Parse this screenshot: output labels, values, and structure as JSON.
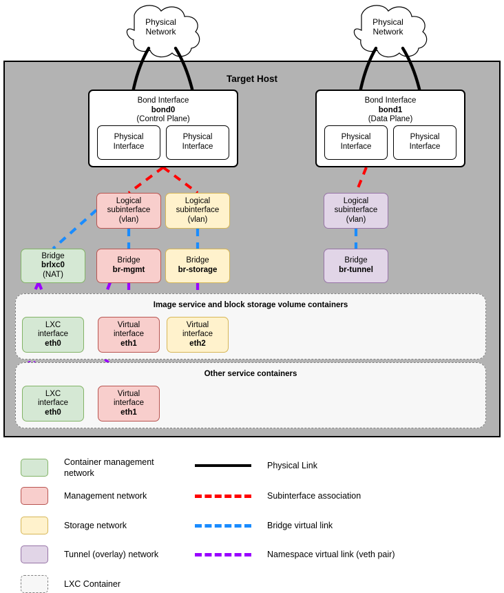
{
  "title": "Target Host",
  "colors": {
    "host_fill": "#b3b3b3",
    "container_mgmt_network": "#d5e8d4",
    "management_network": "#f8cecc",
    "storage_network": "#fff2cc",
    "tunnel_network": "#e1d5e7",
    "physical_link": "#000000",
    "subinterface_association": "#ff0000",
    "bridge_virtual_link": "#1a8cff",
    "namespace_virtual_link": "#9900ff"
  },
  "clouds": [
    {
      "name": "cloud-left",
      "label": "Physical\nNetwork",
      "line1": "Physical",
      "line2": "Network"
    },
    {
      "name": "cloud-right",
      "label": "Physical\nNetwork",
      "line1": "Physical",
      "line2": "Network"
    }
  ],
  "bonds": [
    {
      "name": "bond0",
      "line1": "Bond Interface",
      "line2": "bond0",
      "line3": "(Control Plane)",
      "nics": [
        {
          "line1": "Physical",
          "line2": "Interface"
        },
        {
          "line1": "Physical",
          "line2": "Interface"
        }
      ]
    },
    {
      "name": "bond1",
      "line1": "Bond Interface",
      "line2": "bond1",
      "line3": "(Data Plane)",
      "nics": [
        {
          "line1": "Physical",
          "line2": "Interface"
        },
        {
          "line1": "Physical",
          "line2": "Interface"
        }
      ]
    }
  ],
  "subinterfaces": [
    {
      "name": "subif-mgmt",
      "line1": "Logical",
      "line2": "subinterface",
      "line3": "(vlan)",
      "network": "management"
    },
    {
      "name": "subif-storage",
      "line1": "Logical",
      "line2": "subinterface",
      "line3": "(vlan)",
      "network": "storage"
    },
    {
      "name": "subif-tunnel",
      "line1": "Logical",
      "line2": "subinterface",
      "line3": "(vlan)",
      "network": "tunnel"
    }
  ],
  "bridges": [
    {
      "name": "brlxc0",
      "line1": "Bridge",
      "line2": "brlxc0",
      "line3": "(NAT)",
      "network": "container-management"
    },
    {
      "name": "br-mgmt",
      "line1": "Bridge",
      "line2": "br-mgmt",
      "line3": "",
      "network": "management"
    },
    {
      "name": "br-storage",
      "line1": "Bridge",
      "line2": "br-storage",
      "line3": "",
      "network": "storage"
    },
    {
      "name": "br-tunnel",
      "line1": "Bridge",
      "line2": "br-tunnel",
      "line3": "",
      "network": "tunnel"
    }
  ],
  "container_groups": [
    {
      "name": "image-block-storage-containers",
      "title": "Image service and block storage volume containers",
      "interfaces": [
        {
          "line1": "LXC",
          "line2": "interface",
          "line3": "eth0",
          "network": "container-management"
        },
        {
          "line1": "Virtual",
          "line2": "interface",
          "line3": "eth1",
          "network": "management"
        },
        {
          "line1": "Virtual",
          "line2": "interface",
          "line3": "eth2",
          "network": "storage"
        }
      ]
    },
    {
      "name": "other-service-containers",
      "title": "Other service containers",
      "interfaces": [
        {
          "line1": "LXC",
          "line2": "interface",
          "line3": "eth0",
          "network": "container-management"
        },
        {
          "line1": "Virtual",
          "line2": "interface",
          "line3": "eth1",
          "network": "management"
        }
      ]
    }
  ],
  "legend": {
    "swatches": [
      {
        "name": "legend-container-management-network",
        "label": "Container management\nnetwork",
        "color": "#d5e8d4",
        "border": "#82b366"
      },
      {
        "name": "legend-management-network",
        "label": "Management network",
        "color": "#f8cecc",
        "border": "#b85450"
      },
      {
        "name": "legend-storage-network",
        "label": "Storage network",
        "color": "#fff2cc",
        "border": "#d6b656"
      },
      {
        "name": "legend-tunnel-network",
        "label": "Tunnel (overlay) network",
        "color": "#e1d5e7",
        "border": "#9673a6"
      },
      {
        "name": "legend-lxc-container",
        "label": "LXC Container",
        "color": "#f7f7f7",
        "border": "#808080",
        "dashed": true
      }
    ],
    "lines": [
      {
        "name": "legend-physical-link",
        "label": "Physical Link",
        "color": "#000000",
        "dashed": false
      },
      {
        "name": "legend-subinterface-association",
        "label": "Subinterface association",
        "color": "#ff0000",
        "dashed": true
      },
      {
        "name": "legend-bridge-virtual-link",
        "label": "Bridge virtual link",
        "color": "#1a8cff",
        "dashed": true
      },
      {
        "name": "legend-namespace-virtual-link",
        "label": "Namespace virtual link (veth pair)",
        "color": "#9900ff",
        "dashed": true
      }
    ]
  }
}
